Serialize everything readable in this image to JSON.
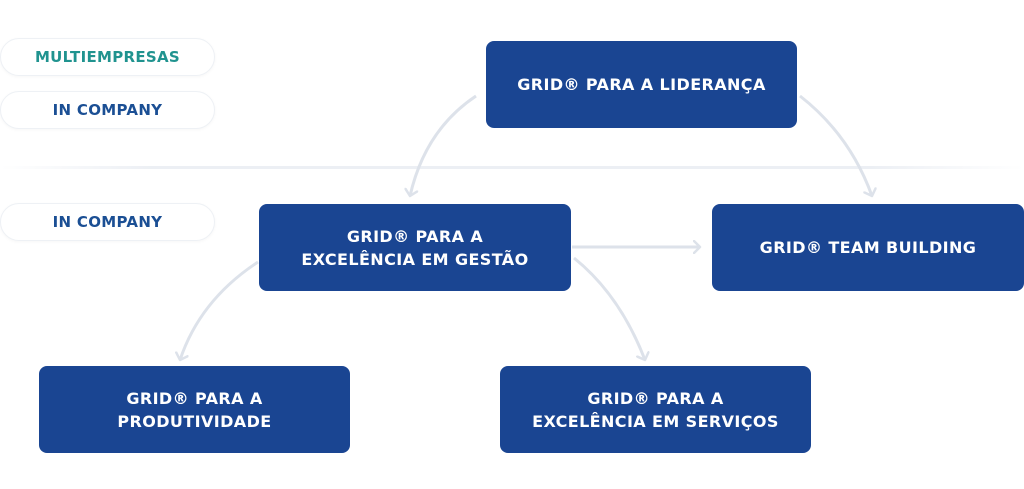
{
  "labels": {
    "multiempresas": "MULTIEMPRESAS",
    "in_company_top": "IN COMPANY",
    "in_company_bottom": "IN COMPANY"
  },
  "nodes": {
    "lideranca": {
      "line1": "GRID® PARA A LIDERANÇA"
    },
    "gestao": {
      "line1": "GRID® PARA A",
      "line2": "EXCELÊNCIA EM GESTÃO"
    },
    "team_building": {
      "line1": "GRID®  TEAM BUILDING"
    },
    "produtividade": {
      "line1": "GRID®  PARA A",
      "line2": "PRODUTIVIDADE"
    },
    "servicos": {
      "line1": "GRID® PARA A",
      "line2": "EXCELÊNCIA  EM SERVIÇOS"
    }
  },
  "colors": {
    "node_fill": "#1a4592",
    "node_text": "#ffffff",
    "label_teal": "#20938f",
    "label_blue": "#1b4f94",
    "connector": "#dde2ea"
  }
}
